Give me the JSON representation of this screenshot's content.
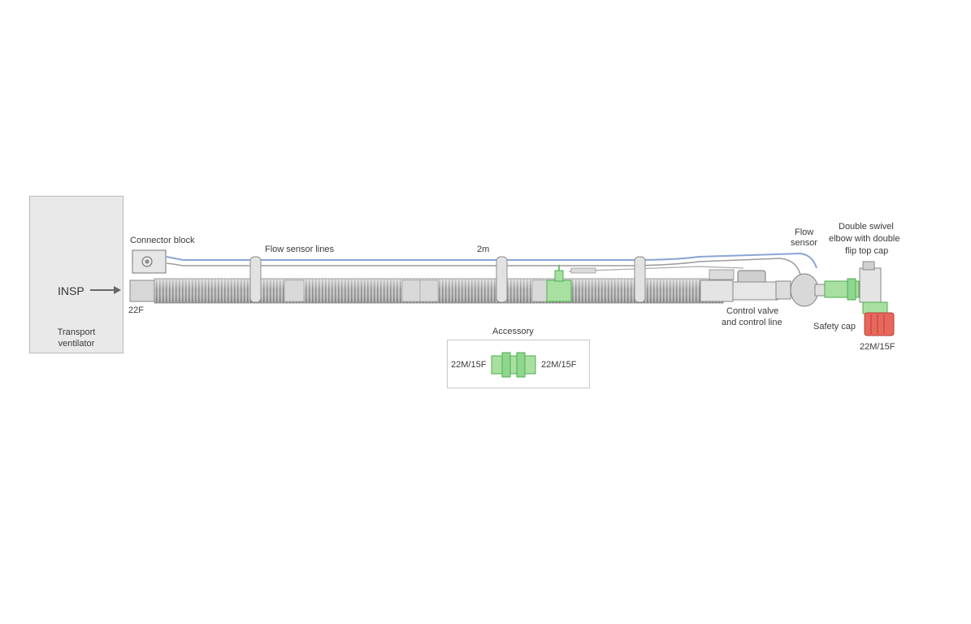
{
  "ventilator": {
    "port_label": "INSP",
    "name": "Transport\nventilator"
  },
  "labels": {
    "connector_block": "Connector block",
    "port_22f": "22F",
    "flow_sensor_lines": "Flow sensor lines",
    "length": "2m",
    "flow_sensor_line1": "Flow",
    "flow_sensor_line2": "sensor",
    "elbow_line1": "Double swivel",
    "elbow_line2": "elbow with double",
    "elbow_line3": "flip top cap",
    "control_valve_line1": "Control valve",
    "control_valve_line2": "and control line",
    "safety_cap": "Safety cap",
    "port_22m15f": "22M/15F"
  },
  "accessory": {
    "title": "Accessory",
    "left_label": "22M/15F",
    "right_label": "22M/15F"
  },
  "colors": {
    "tube": "#bdbdbd",
    "tube_dark": "#8f8f8f",
    "green": "#8fd68f",
    "green_dark": "#4fae4f",
    "red": "#e8675c",
    "blue_line": "#8aa5d6"
  }
}
